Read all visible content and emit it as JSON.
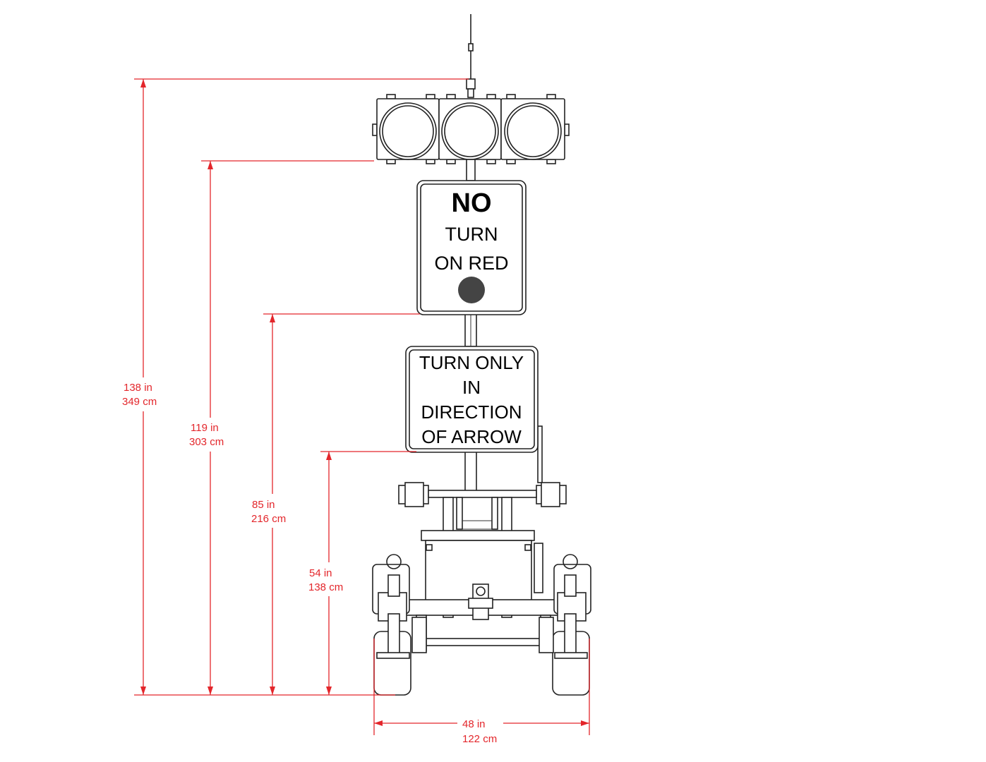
{
  "signs": {
    "no_turn_on_red": {
      "line1": "NO",
      "line2": "TURN",
      "line3": "ON RED"
    },
    "turn_only": {
      "line1": "TURN ONLY",
      "line2": "IN",
      "line3": "DIRECTION",
      "line4": "OF ARROW"
    }
  },
  "dimensions": {
    "overall_height": {
      "in": "138 in",
      "cm": "349 cm"
    },
    "signal_bottom_height": {
      "in": "119 in",
      "cm": "303 cm"
    },
    "sign1_bottom_height": {
      "in": "85 in",
      "cm": "216 cm"
    },
    "sign2_bottom_height": {
      "in": "54 in",
      "cm": "138 cm"
    },
    "overall_width": {
      "in": "48 in",
      "cm": "122 cm"
    }
  },
  "colors": {
    "dimension": "#e3262b",
    "outline": "#222222",
    "red_indicator": "#444444"
  }
}
